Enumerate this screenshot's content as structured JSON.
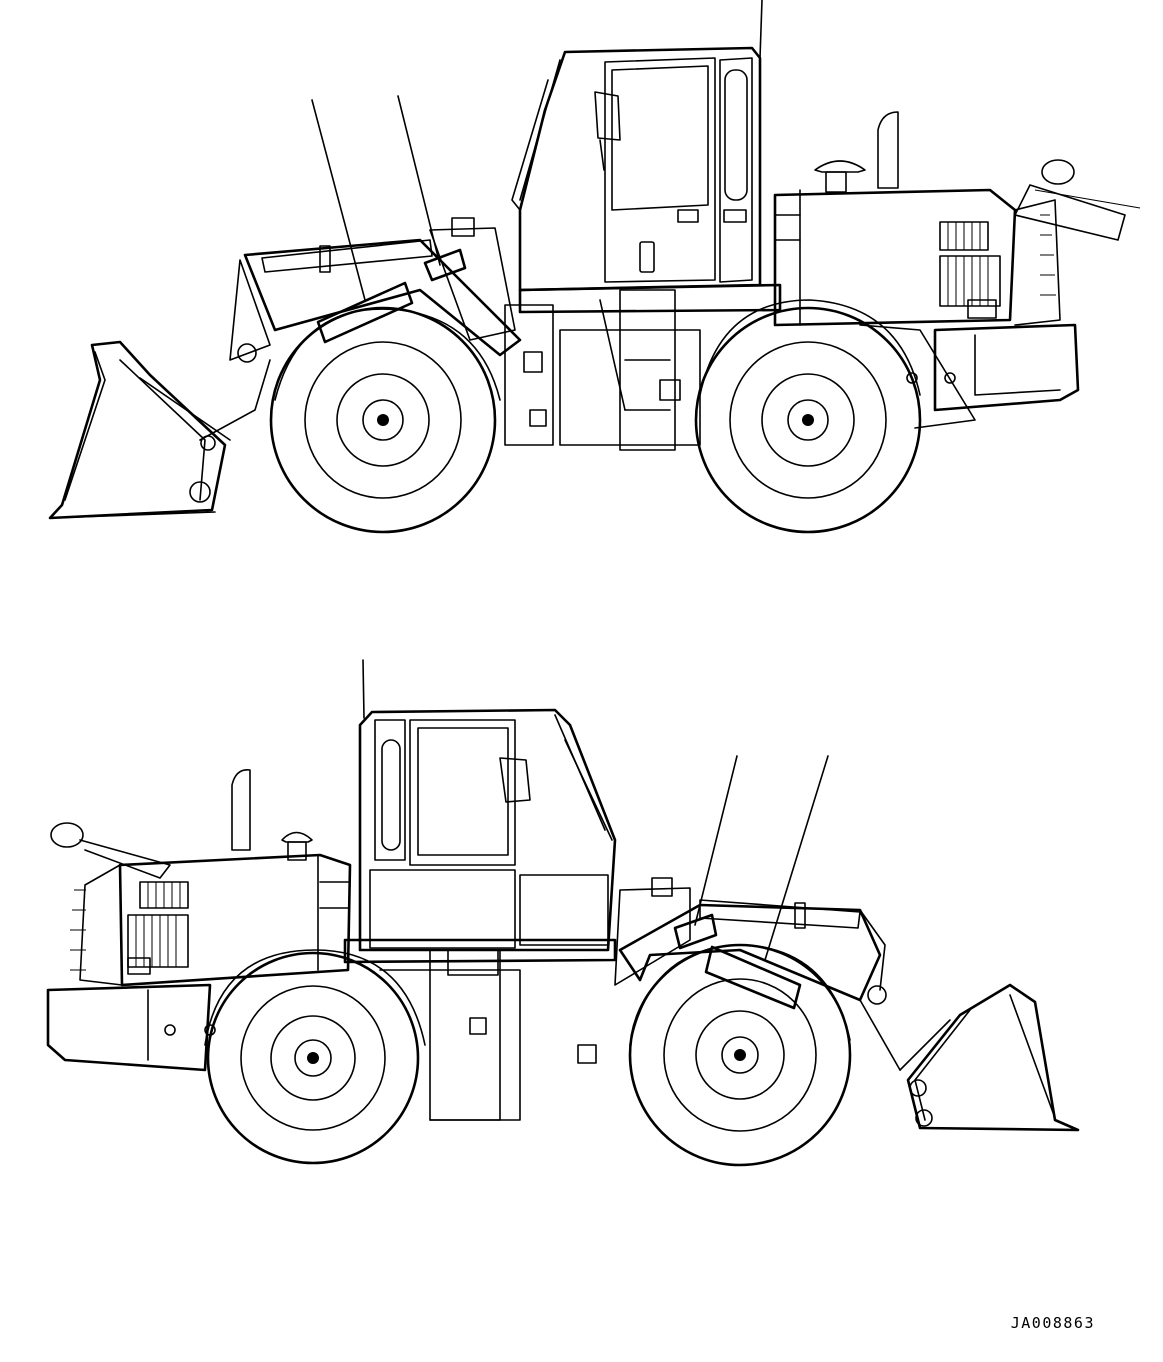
{
  "drawing": {
    "id": "JA008863"
  },
  "colors": {
    "line": "#000000",
    "paper": "#ffffff"
  },
  "icons": [
    "wheel-loader-left-view",
    "wheel-loader-right-view",
    "label-leader-line",
    "warning-decal"
  ]
}
